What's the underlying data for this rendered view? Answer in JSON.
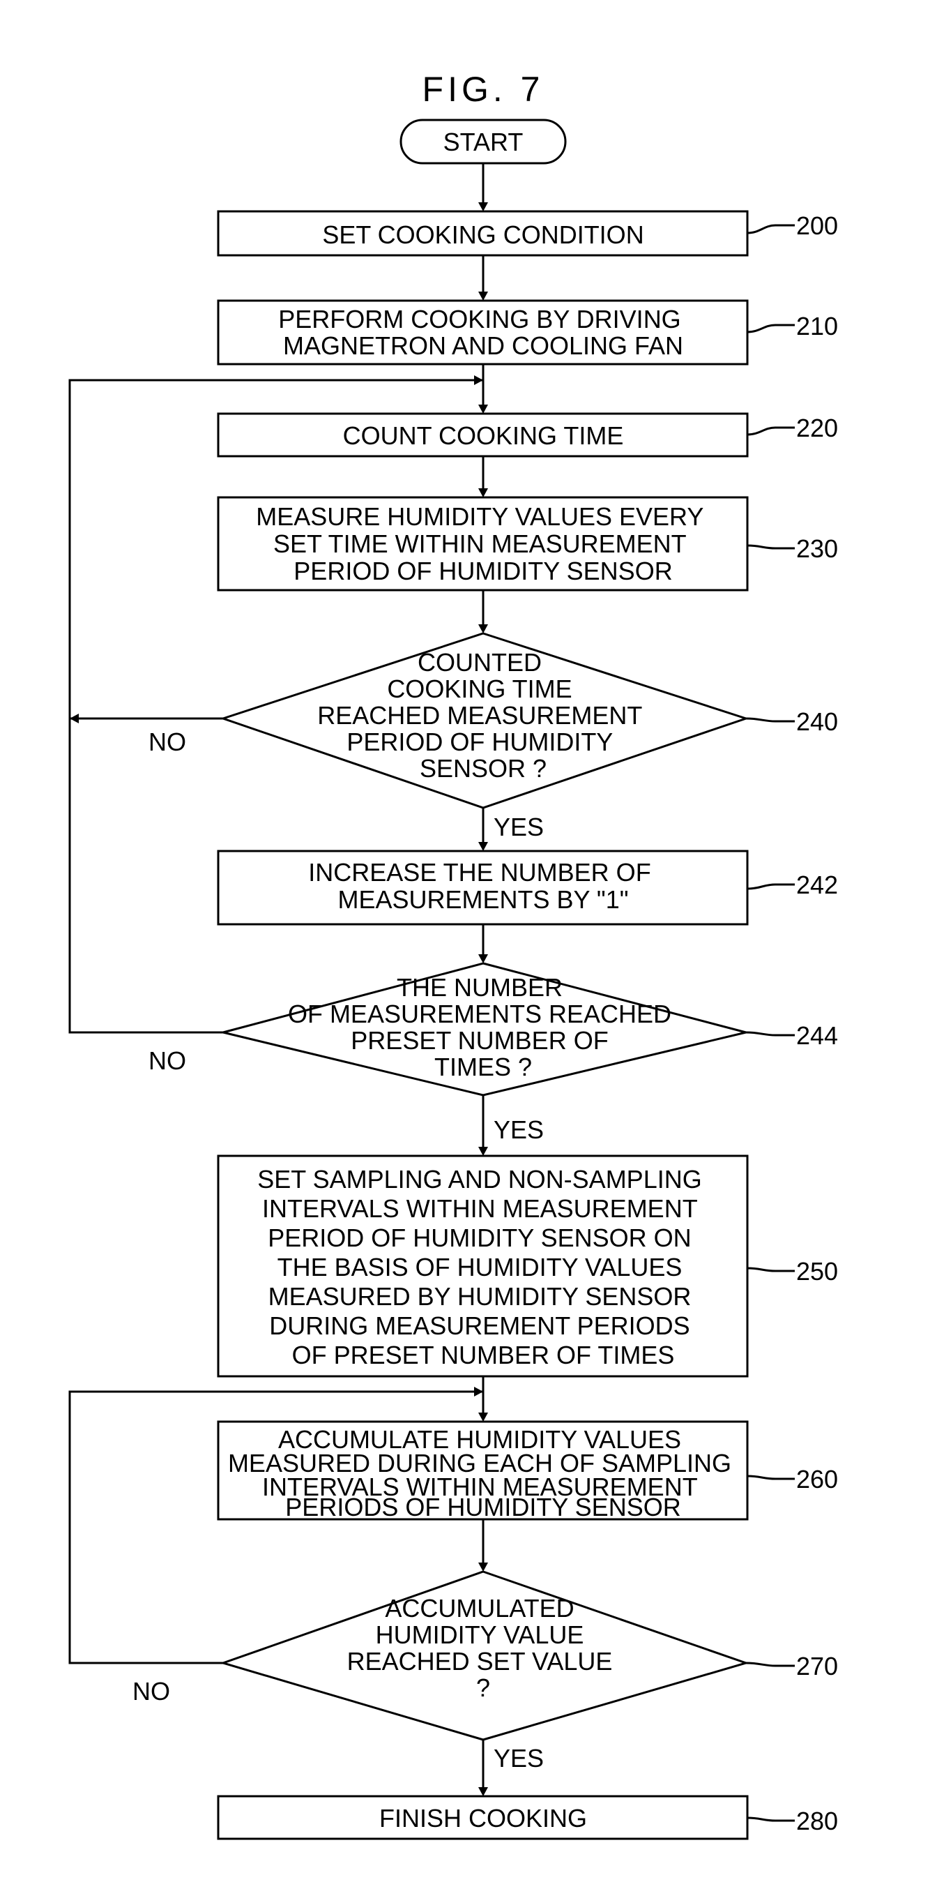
{
  "figure_title": "FIG. 7",
  "start_label": "START",
  "steps": {
    "s200": {
      "ref": "200",
      "lines": [
        "SET COOKING CONDITION"
      ]
    },
    "s210": {
      "ref": "210",
      "lines": [
        "PERFORM COOKING BY DRIVING",
        "MAGNETRON AND COOLING FAN"
      ]
    },
    "s220": {
      "ref": "220",
      "lines": [
        "COUNT COOKING TIME"
      ]
    },
    "s230": {
      "ref": "230",
      "lines": [
        "MEASURE HUMIDITY VALUES EVERY",
        "SET TIME WITHIN MEASUREMENT",
        "PERIOD OF HUMIDITY SENSOR"
      ]
    },
    "s240": {
      "ref": "240",
      "lines": [
        "COUNTED",
        "COOKING TIME",
        "REACHED MEASUREMENT",
        "PERIOD OF HUMIDITY",
        "SENSOR ?"
      ]
    },
    "s242": {
      "ref": "242",
      "lines": [
        "INCREASE THE NUMBER OF",
        "MEASUREMENTS BY \"1\""
      ]
    },
    "s244": {
      "ref": "244",
      "lines": [
        "THE NUMBER",
        "OF MEASUREMENTS REACHED",
        "PRESET NUMBER OF",
        "TIMES ?"
      ]
    },
    "s250": {
      "ref": "250",
      "lines": [
        "SET SAMPLING AND NON-SAMPLING",
        "INTERVALS WITHIN MEASUREMENT",
        "PERIOD OF HUMIDITY SENSOR ON",
        "THE BASIS OF HUMIDITY VALUES",
        "MEASURED BY HUMIDITY SENSOR",
        "DURING MEASUREMENT PERIODS",
        "OF PRESET NUMBER OF TIMES"
      ]
    },
    "s260": {
      "ref": "260",
      "lines": [
        "ACCUMULATE HUMIDITY VALUES",
        "MEASURED DURING EACH OF SAMPLING",
        "INTERVALS WITHIN MEASUREMENT",
        "PERIODS OF HUMIDITY SENSOR"
      ]
    },
    "s270": {
      "ref": "270",
      "lines": [
        "ACCUMULATED",
        "HUMIDITY VALUE",
        "REACHED SET VALUE",
        "?"
      ]
    },
    "s280": {
      "ref": "280",
      "lines": [
        "FINISH COOKING"
      ]
    }
  },
  "branches": {
    "d240_yes": "YES",
    "d240_no": "NO",
    "d244_yes": "YES",
    "d244_no": "NO",
    "d270_yes": "YES",
    "d270_no": "NO"
  }
}
